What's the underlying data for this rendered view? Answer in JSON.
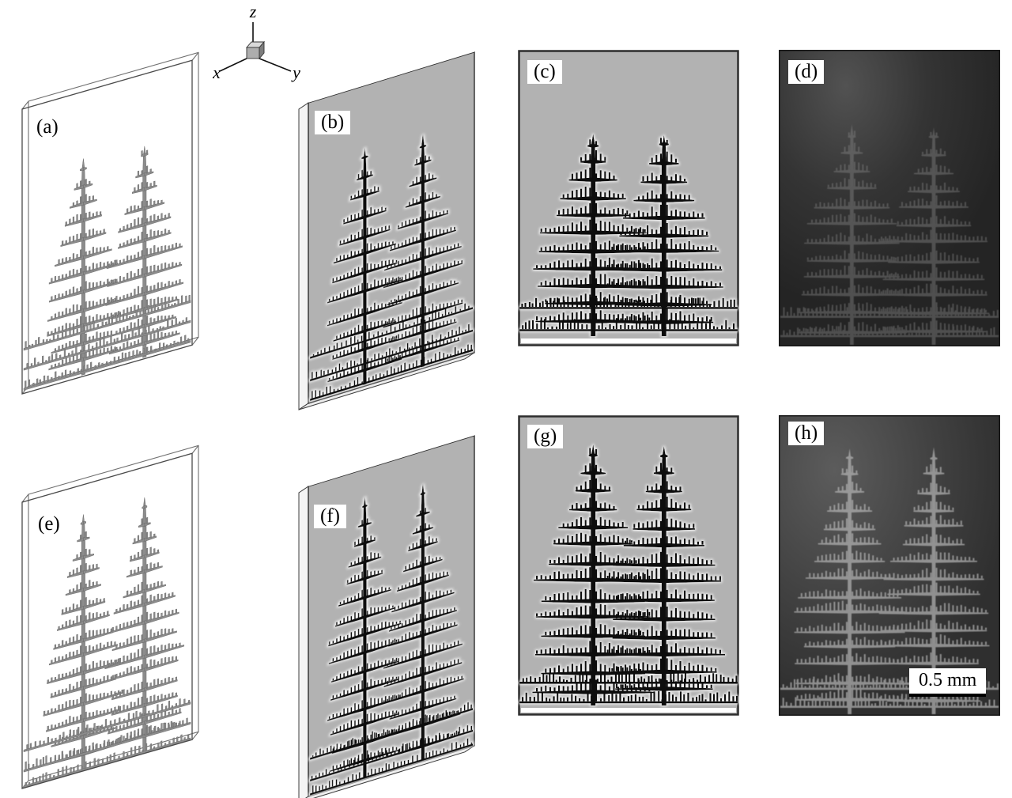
{
  "figure": {
    "axes": {
      "x": "x",
      "y": "y",
      "z": "z"
    },
    "scale_bar": {
      "label": "0.5 mm"
    },
    "panels": {
      "a": {
        "label": "(a)"
      },
      "b": {
        "label": "(b)"
      },
      "c": {
        "label": "(c)"
      },
      "d": {
        "label": "(d)"
      },
      "e": {
        "label": "(e)"
      },
      "f": {
        "label": "(f)"
      },
      "g": {
        "label": "(g)"
      },
      "h": {
        "label": "(h)"
      }
    },
    "colors": {
      "background": "#ffffff",
      "sim_field_gray": "#b2b2b2",
      "dendrite_black": "#0b0b0b",
      "dendrite_gray": "#8c8c8c",
      "micrograph_base_dark": "#343434",
      "micrograph_base_light": "#454545",
      "micrograph_dendrite_faint": "#8a8a8a",
      "micrograph_dendrite_bright": "#b6b6b6"
    }
  }
}
